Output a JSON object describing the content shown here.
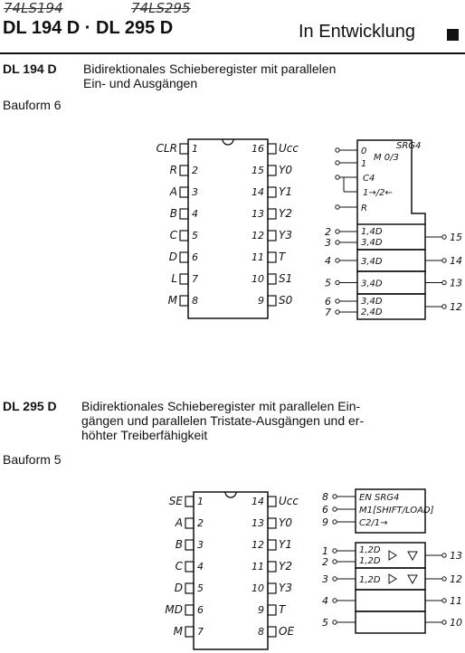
{
  "header": {
    "handwritten": [
      "74LS194",
      "74LS295"
    ],
    "title": "DL 194 D · DL 295 D",
    "status": "In Entwicklung"
  },
  "sections": [
    {
      "name": "DL 194 D",
      "description": [
        "Bidirektionales Schieberegister mit parallelen",
        "Ein- und Ausgängen"
      ],
      "bauform": "Bauform 6",
      "pins_left": [
        {
          "label": "CLR",
          "num": "1"
        },
        {
          "label": "R",
          "num": "2"
        },
        {
          "label": "A",
          "num": "3"
        },
        {
          "label": "B",
          "num": "4"
        },
        {
          "label": "C",
          "num": "5"
        },
        {
          "label": "D",
          "num": "6"
        },
        {
          "label": "L",
          "num": "7"
        },
        {
          "label": "M",
          "num": "8"
        }
      ],
      "pins_right": [
        {
          "num": "16",
          "label": "Ucc"
        },
        {
          "num": "15",
          "label": "Y0"
        },
        {
          "num": "14",
          "label": "Y1"
        },
        {
          "num": "13",
          "label": "Y2"
        },
        {
          "num": "12",
          "label": "Y3"
        },
        {
          "num": "11",
          "label": "T"
        },
        {
          "num": "10",
          "label": "S1"
        },
        {
          "num": "9",
          "label": "S0"
        }
      ],
      "logic": {
        "title": "SRG4",
        "mode_in": [
          "0",
          "1"
        ],
        "mode_label": "M 0/3",
        "clock": "C4",
        "shift": "1→/2←",
        "reset": "R",
        "cell_inputs": [
          [
            "2",
            "3"
          ],
          [
            "4"
          ],
          [
            "5"
          ],
          [
            "6",
            "7"
          ]
        ],
        "cell_labels": [
          [
            "1,4D",
            "3,4D"
          ],
          [
            "3,4D"
          ],
          [
            "3,4D"
          ],
          [
            "3,4D",
            "2,4D"
          ]
        ],
        "outputs": [
          "15",
          "14",
          "13",
          "12"
        ]
      }
    },
    {
      "name": "DL 295 D",
      "description": [
        "Bidirektionales Schieberegister mit parallelen Ein-",
        "gängen und parallelen Tristate-Ausgängen und er-",
        "höhter Treiberfähigkeit"
      ],
      "bauform": "Bauform 5",
      "pins_left": [
        {
          "label": "SE",
          "num": "1"
        },
        {
          "label": "A",
          "num": "2"
        },
        {
          "label": "B",
          "num": "3"
        },
        {
          "label": "C",
          "num": "4"
        },
        {
          "label": "D",
          "num": "5"
        },
        {
          "label": "MD",
          "num": "6"
        },
        {
          "label": "M",
          "num": "7"
        }
      ],
      "pins_right": [
        {
          "num": "14",
          "label": "Ucc"
        },
        {
          "num": "13",
          "label": "Y0"
        },
        {
          "num": "12",
          "label": "Y1"
        },
        {
          "num": "11",
          "label": "Y2"
        },
        {
          "num": "10",
          "label": "Y3"
        },
        {
          "num": "9",
          "label": "T"
        },
        {
          "num": "8",
          "label": "OE"
        }
      ],
      "logic": {
        "control_inputs": [
          "8",
          "6",
          "9"
        ],
        "control_labels": [
          "EN   SRG4",
          "M1[SHIFT/LOAD]",
          "C2/1→"
        ],
        "cell_inputs": [
          [
            "1",
            "2"
          ],
          [
            "3"
          ],
          [
            "4"
          ],
          [
            "5"
          ]
        ],
        "cell_labels": [
          [
            "1,2D",
            "1,2D"
          ],
          [
            "1,2D"
          ],
          [
            ""
          ],
          [
            ""
          ]
        ],
        "outputs": [
          "13",
          "12",
          "11",
          "10"
        ]
      }
    }
  ]
}
